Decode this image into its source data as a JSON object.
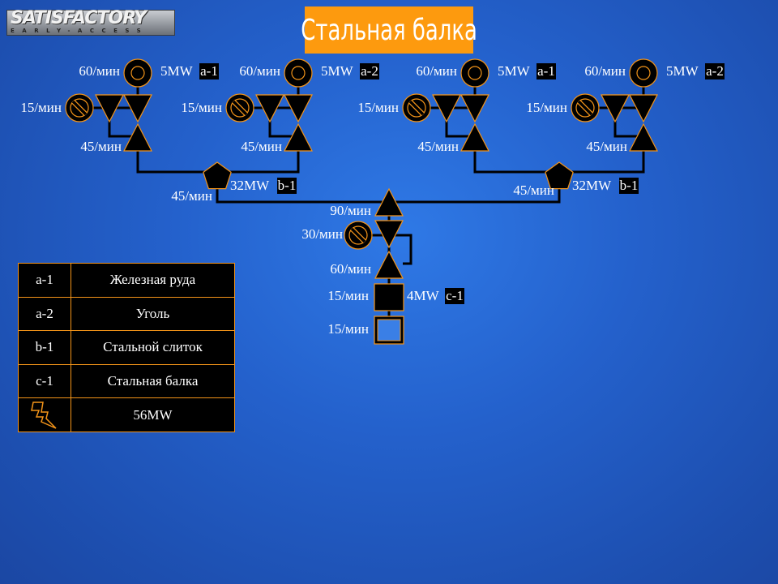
{
  "logo": {
    "main": "SATISFACTORY",
    "sub": "EARLY-ACCESS"
  },
  "title": "Стальная балка",
  "colors": {
    "accent": "#fd9a0e",
    "border": "#f39419",
    "node": "#000000",
    "text": "#ffffff"
  },
  "miner_groups": [
    {
      "miner_rate": "60/мин",
      "power": "5MW",
      "resource": "a-1",
      "sink_rate": "15/мин",
      "out_rate": "45/мин"
    },
    {
      "miner_rate": "60/мин",
      "power": "5MW",
      "resource": "a-2",
      "sink_rate": "15/мин",
      "out_rate": "45/мин"
    },
    {
      "miner_rate": "60/мин",
      "power": "5MW",
      "resource": "a-1",
      "sink_rate": "15/мин",
      "out_rate": "45/мин"
    },
    {
      "miner_rate": "60/мин",
      "power": "5MW",
      "resource": "a-2",
      "sink_rate": "15/мин",
      "out_rate": "45/мин"
    }
  ],
  "foundries": [
    {
      "power": "32MW",
      "product": "b-1",
      "out_rate": "45/мин"
    },
    {
      "power": "32MW",
      "product": "b-1",
      "out_rate": "45/мин"
    }
  ],
  "center": {
    "merge_rate": "90/мин",
    "sink_rate": "30/мин",
    "out_rate": "60/мин",
    "constructor_rate": "15/мин",
    "constructor_power": "4MW",
    "constructor_product": "c-1",
    "output_rate": "15/мин"
  },
  "legend": [
    {
      "code": "a-1",
      "name": "Железная руда"
    },
    {
      "code": "a-2",
      "name": "Уголь"
    },
    {
      "code": "b-1",
      "name": "Стальной слиток"
    },
    {
      "code": "c-1",
      "name": "Стальная балка"
    },
    {
      "code": "power-icon",
      "name": "56MW"
    }
  ]
}
